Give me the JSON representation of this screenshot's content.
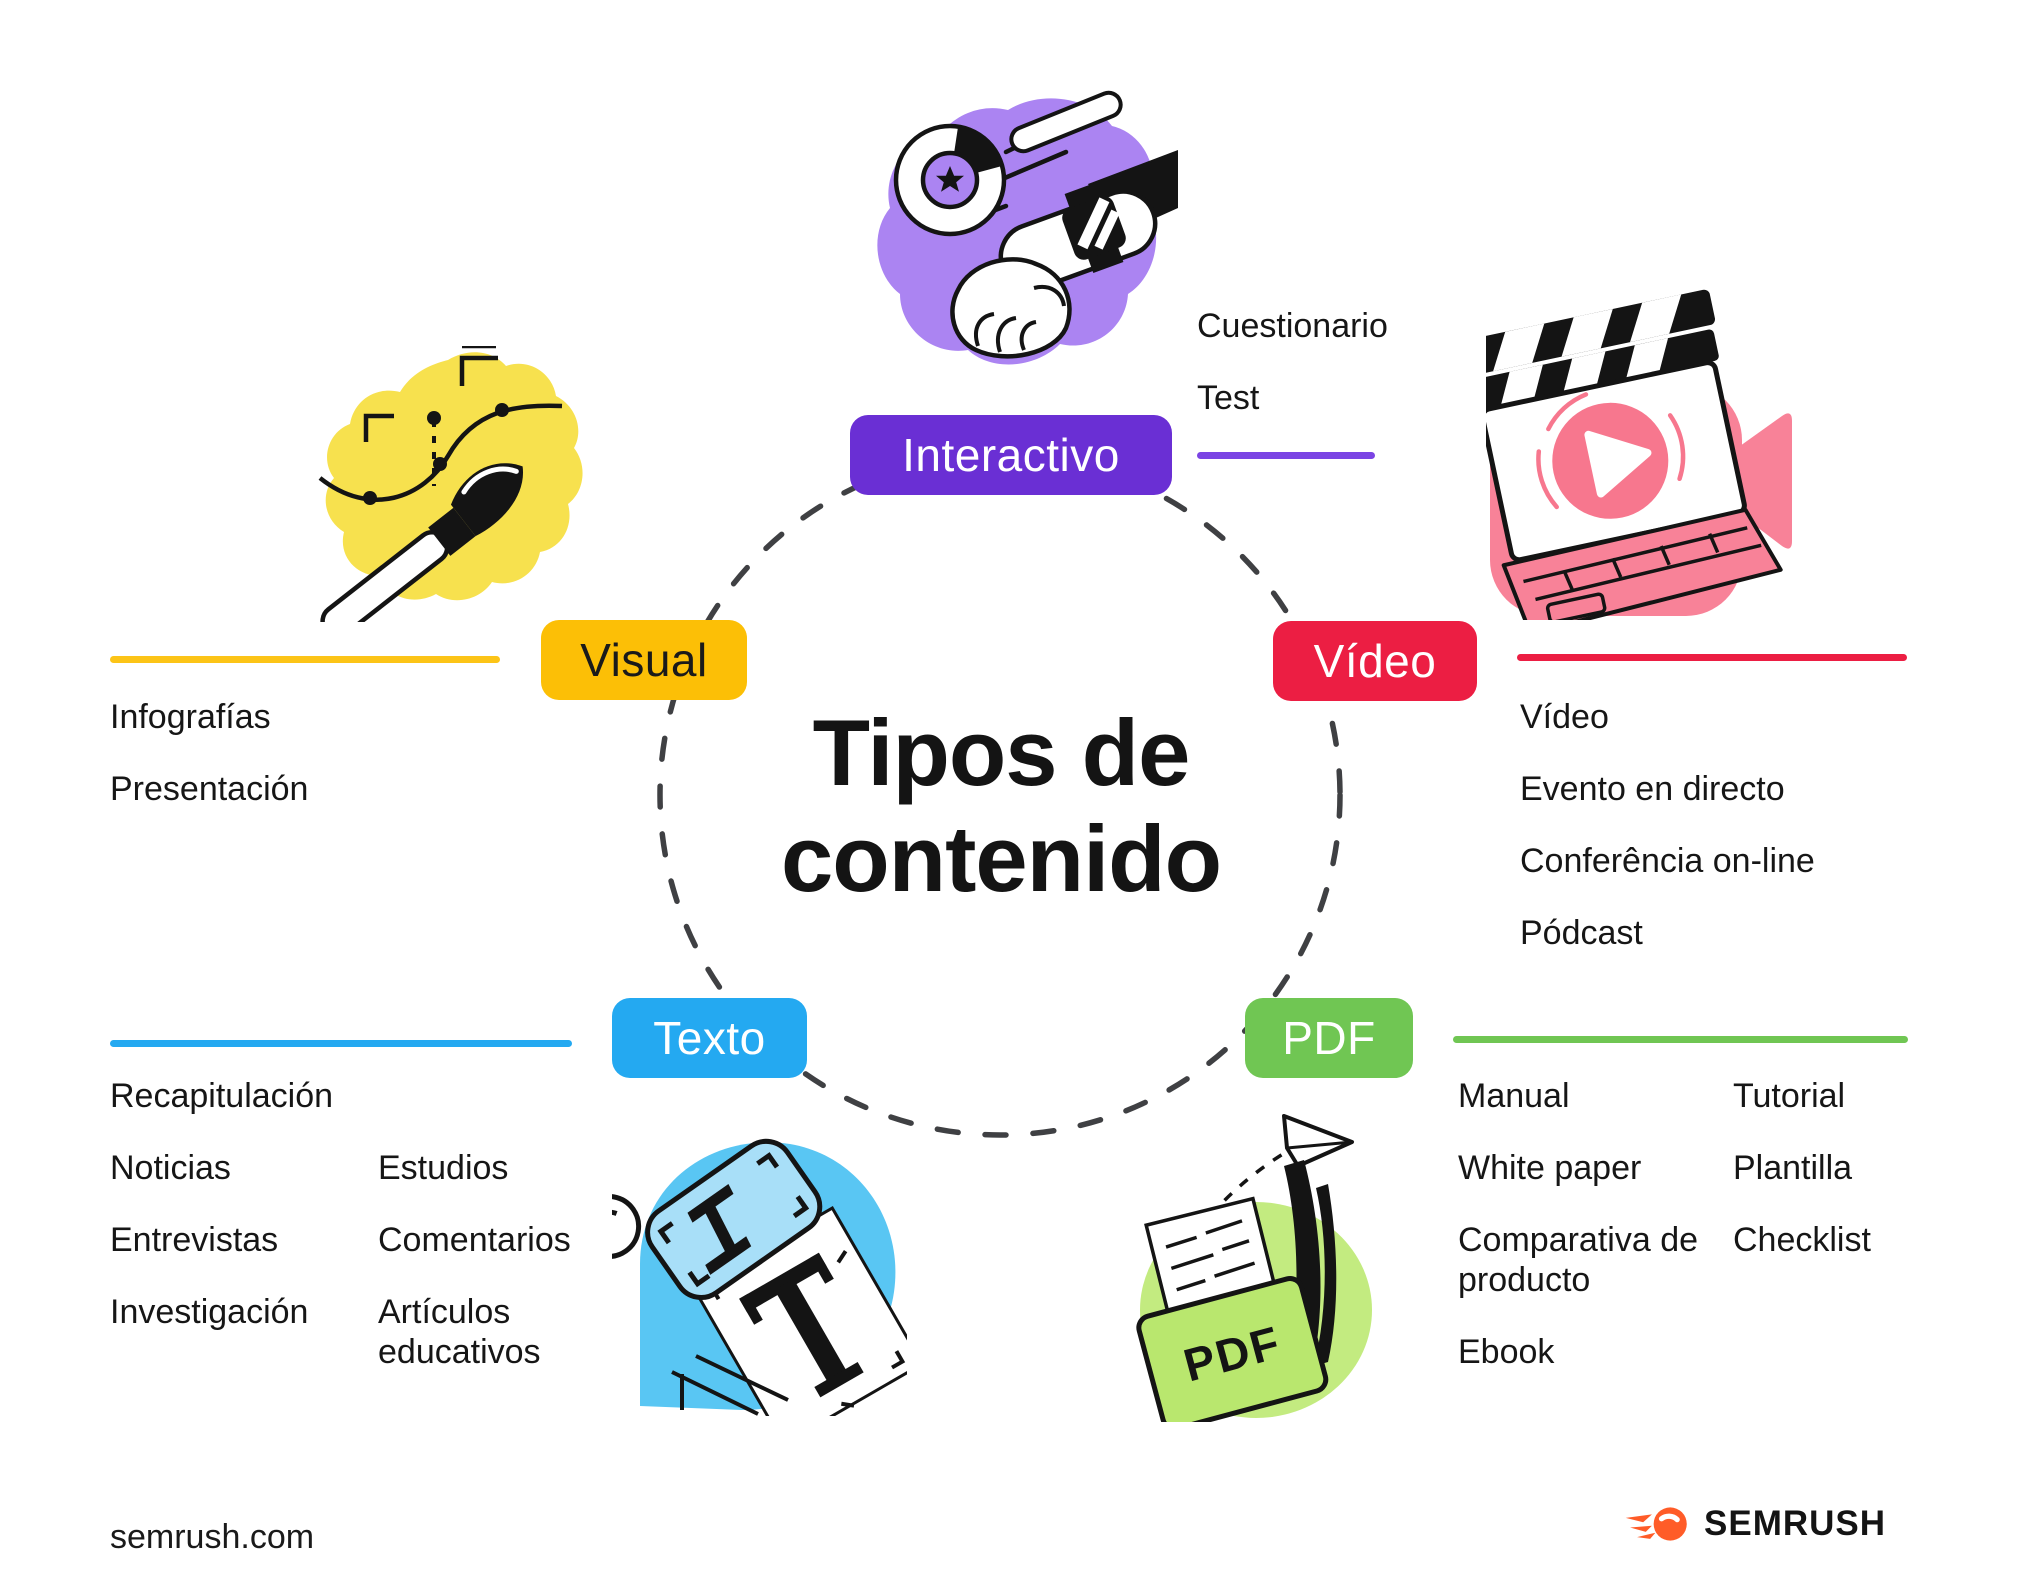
{
  "title": "Tipos de contenido",
  "footer": {
    "website": "semrush.com",
    "brand": "SEMRUSH"
  },
  "colors": {
    "interactivo_badge": "#6a2fd4",
    "interactivo_rule": "#7b44e4",
    "interactivo_blob": "#ab84f2",
    "visual_badge": "#fcbf06",
    "visual_badge_text": "#1a1a1a",
    "visual_blob": "#f7e14e",
    "video_badge": "#ec1e43",
    "video_blob": "#f88298",
    "texto_badge": "#24a9f1",
    "texto_blob": "#59c6f3",
    "pdf_badge": "#70c653",
    "pdf_blob": "#c3eb80",
    "text": "#161616",
    "dashed_ring": "#3f4043",
    "logo_orange": "#ff5c28"
  },
  "sections": {
    "interactivo": {
      "label": "Interactivo",
      "items": [
        "Cuestionario",
        "Test"
      ]
    },
    "visual": {
      "label": "Visual",
      "items": [
        "Infografías",
        "Presentación"
      ]
    },
    "video": {
      "label": "Vídeo",
      "items": [
        "Vídeo",
        "Evento en directo",
        "Conferência on-line",
        "Pódcast"
      ]
    },
    "texto": {
      "label": "Texto",
      "col1": [
        "Recapitulación",
        "Noticias",
        "Entrevistas",
        "Investigación"
      ],
      "col2": [
        "Estudios",
        "Comentarios",
        "Artículos educativos"
      ]
    },
    "pdf": {
      "label": "PDF",
      "folder_label": "PDF",
      "col1": [
        "Manual",
        "White paper",
        "Comparativa de producto",
        "Ebook"
      ],
      "col2": [
        "Tutorial",
        "Plantilla",
        "Checklist"
      ]
    }
  }
}
